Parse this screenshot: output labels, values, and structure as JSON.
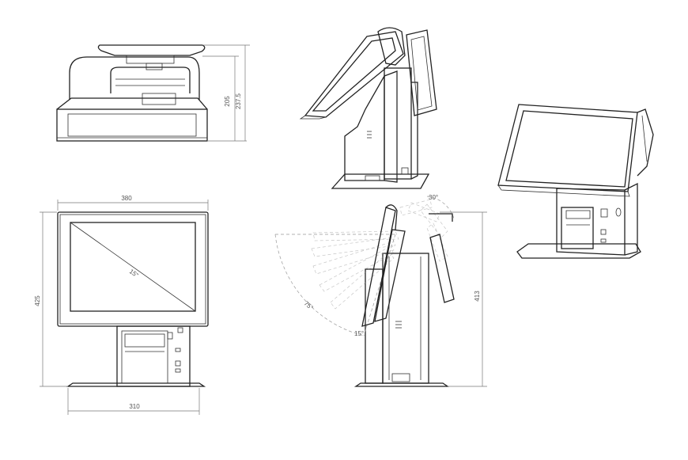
{
  "dimensions": {
    "top_height_a": "205",
    "top_height_b": "237.5",
    "front_width": "380",
    "front_height": "425",
    "base_width": "310",
    "screen_diagonal": "15\"",
    "side_height": "413",
    "tilt_angle_top": "30°",
    "tilt_angle_front": "75°",
    "tilt_angle_bottom": "15°"
  }
}
